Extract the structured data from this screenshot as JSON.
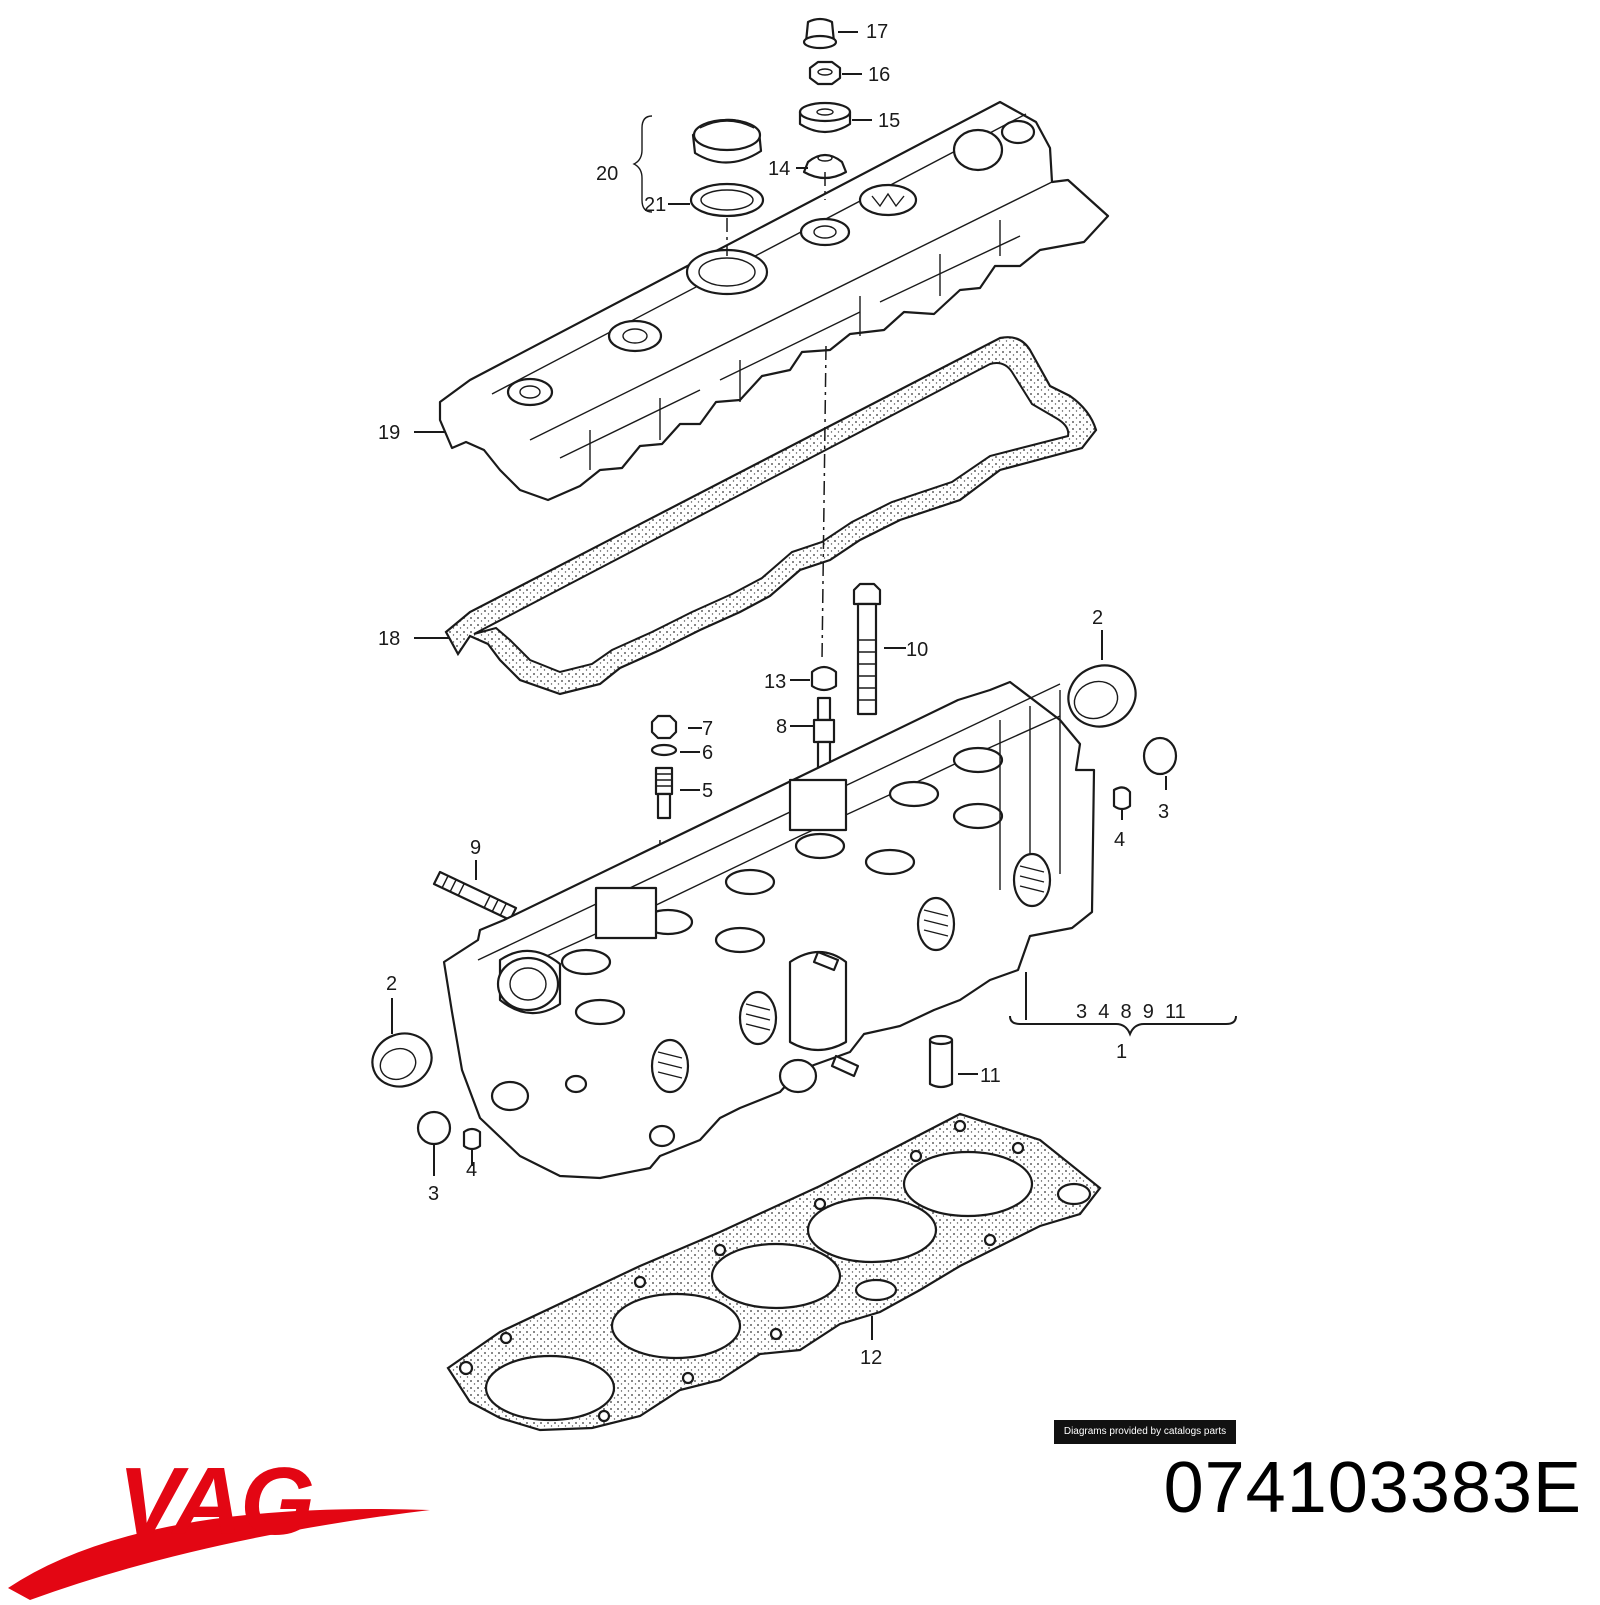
{
  "callouts": {
    "c1": "1",
    "c2a": "2",
    "c2b": "2",
    "c3a": "3",
    "c3b": "3",
    "c4a": "4",
    "c4b": "4",
    "c5": "5",
    "c6": "6",
    "c7": "7",
    "c8": "8",
    "c9": "9",
    "c10": "10",
    "c11": "11",
    "c12": "12",
    "c13": "13",
    "c14": "14",
    "c15": "15",
    "c16": "16",
    "c17": "17",
    "c18": "18",
    "c19": "19",
    "c20": "20",
    "c21": "21"
  },
  "group_label": "3  4  8  9  11",
  "credit": "Diagrams provided by catalogs parts",
  "brand": {
    "name": "VAG",
    "color": "#e30613"
  },
  "part_number": "074103383E"
}
